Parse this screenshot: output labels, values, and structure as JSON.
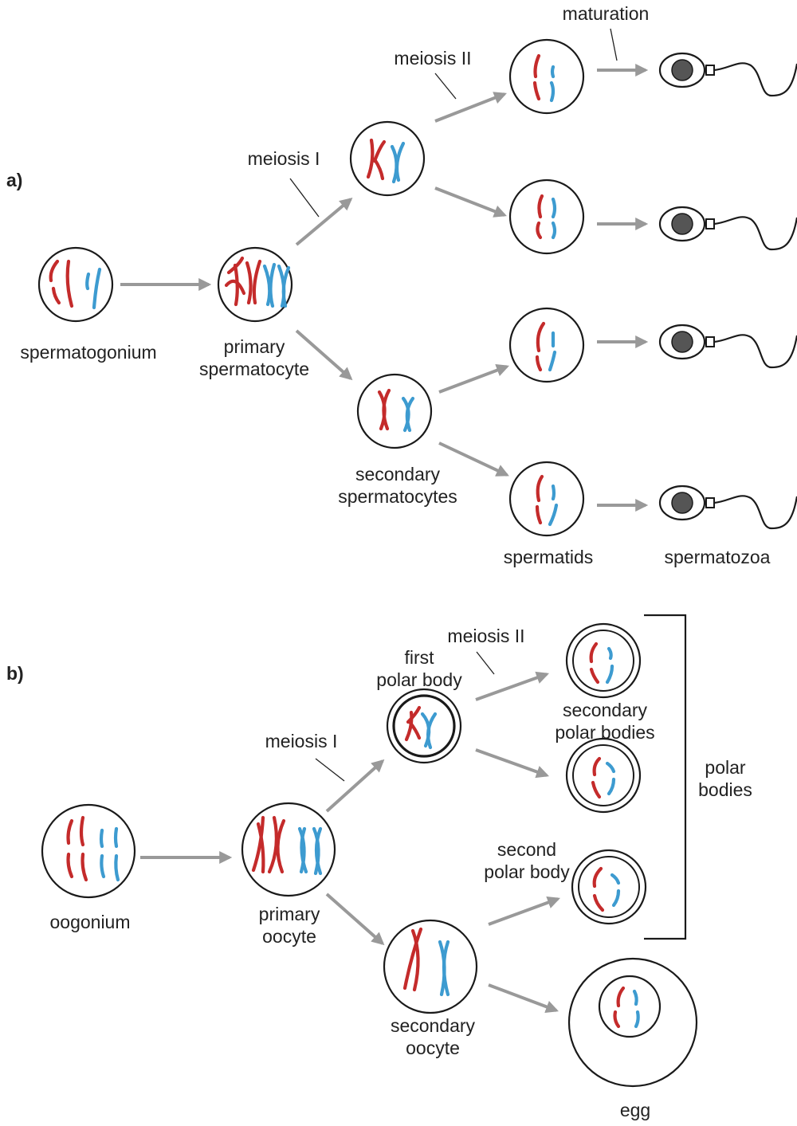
{
  "panels": {
    "a": "a)",
    "b": "b)"
  },
  "spermatogenesis": {
    "spermatogonium": "spermatogonium",
    "primary_line1": "primary",
    "primary_line2": "spermatocyte",
    "meiosis1": "meiosis I",
    "meiosis2": "meiosis II",
    "maturation": "maturation",
    "secondary_line1": "secondary",
    "secondary_line2": "spermatocytes",
    "spermatids": "spermatids",
    "spermatozoa": "spermatozoa"
  },
  "oogenesis": {
    "oogonium": "oogonium",
    "primary_line1": "primary",
    "primary_line2": "oocyte",
    "meiosis1": "meiosis I",
    "meiosis2": "meiosis II",
    "first_polar_line1": "first",
    "first_polar_line2": "polar body",
    "secondary_polar_line1": "secondary",
    "secondary_polar_line2": "polar bodies",
    "second_polar_line1": "second",
    "second_polar_line2": "polar body",
    "polar_bodies_line1": "polar",
    "polar_bodies_line2": "bodies",
    "secondary_oocyte_line1": "secondary",
    "secondary_oocyte_line2": "oocyte",
    "egg": "egg"
  },
  "colors": {
    "maternal_chromosome": "#c42b2b",
    "paternal_chromosome": "#3d9bd0",
    "arrow": "#999999",
    "nucleus": "#555555"
  }
}
